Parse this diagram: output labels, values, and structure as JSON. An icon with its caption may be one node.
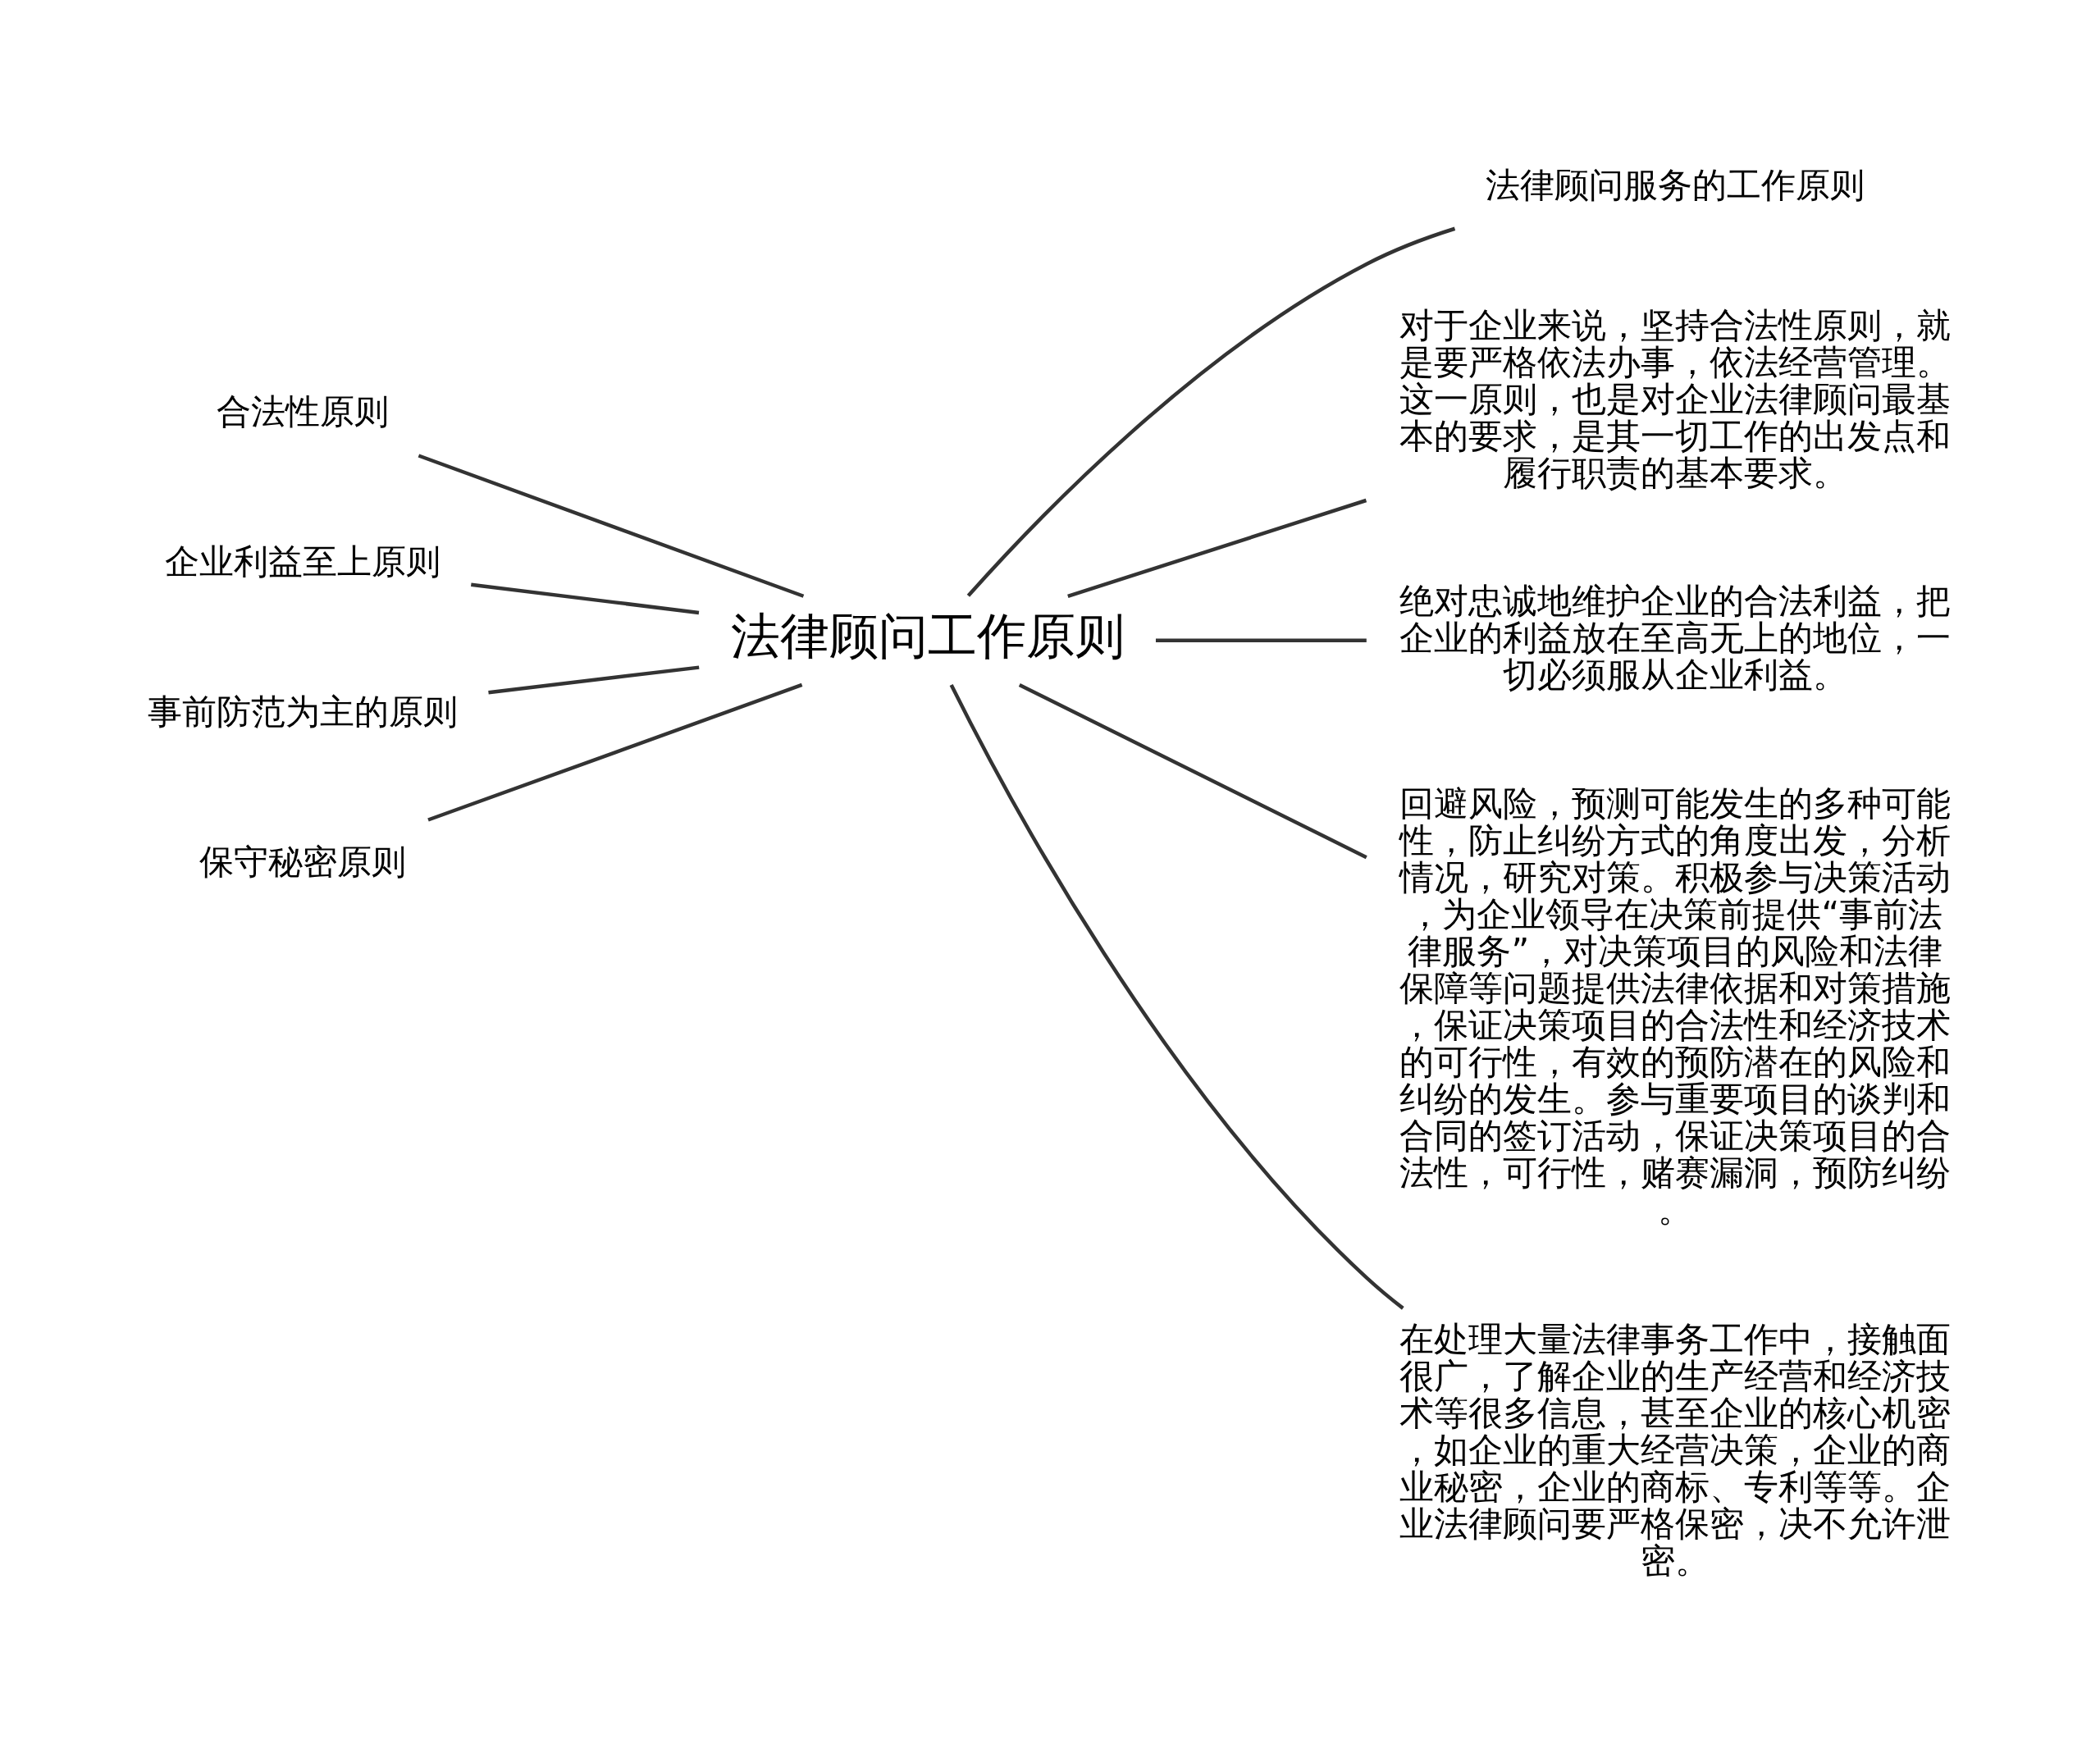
{
  "diagram": {
    "nodes": [
      {
        "text": [
          "法律顾问工作原则"
        ]
      },
      {
        "text": [
          "法律顾问服务的工作原则"
        ]
      },
      {
        "text": [
          "对于企业来说，坚持合法性原则，就是要严格依法办事，依法经营管理。这一原则，也是对企业法律顾问最基本的要求，是其一切工作的出发点和履行职责的基本要求。"
        ]
      },
      {
        "text": [
          "绝对忠诚地维护企业的合法利益，把企业的利益放在至高无上的地位，一切必须服从企业利益。"
        ]
      },
      {
        "text": [
          "回避风险，预测可能发生的多种可能性，防止纠纷方式的角度出发，分析情况，研究对策。积极参与决策活动，为企业领导在决策前提供“事前法律服务”，对决策项目的风险和法律保障等问题提供法律依据和对策措施，保证决策项目的合法性和经济技术的可行性，有效的预防潜在的风险和纠纷的发生。参与重要项目的谈判和合同的签订活动，保证决策项目的合法性，可行性，赌赛漏洞，预防纠纷。"
        ]
      },
      {
        "text": [
          "在处理大量法律事务工作中，接触面很广，了解企业的生产经营和经济技术等很多信息，甚至企业的核心机密，如企业的重大经营决策，企业的商业秘密，企业的商标、专利等等。企业法律顾问要严格保密，决不允许泄密。"
        ]
      },
      {
        "text": [
          "合法性原则"
        ]
      },
      {
        "text": [
          "企业利益至上原则"
        ]
      },
      {
        "text": [
          "事前防范为主的原则"
        ]
      },
      {
        "text": [
          "保守秘密原则"
        ]
      }
    ],
    "edges": [
      {
        "from": 0,
        "to": 1,
        "arrow": "none"
      },
      {
        "from": 0,
        "to": 2,
        "arrow": "none"
      },
      {
        "from": 0,
        "to": 3,
        "arrow": "none"
      },
      {
        "from": 0,
        "to": 4,
        "arrow": "none"
      },
      {
        "from": 0,
        "to": 5,
        "arrow": "none"
      },
      {
        "from": 6,
        "to": 0,
        "arrow": "none"
      },
      {
        "from": 7,
        "to": 0,
        "arrow": "none"
      },
      {
        "from": 8,
        "to": 0,
        "arrow": "none"
      },
      {
        "from": 9,
        "to": 0,
        "arrow": "none"
      }
    ]
  }
}
